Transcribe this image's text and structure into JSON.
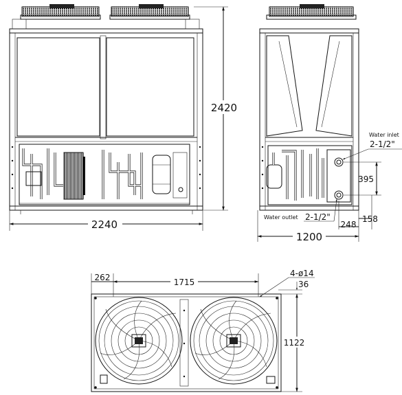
{
  "front_view": {
    "height_label": "2420",
    "width_label": "2240"
  },
  "side_view": {
    "width_label": "1200",
    "inlet_caption": "Water inlet",
    "inlet_size": "2-1/2\"",
    "outlet_caption": "Water outlet",
    "outlet_size": "2-1/2\"",
    "pipe_spacing_label": "395",
    "outlet_offset_label": "248",
    "inlet_offset_label": "158"
  },
  "top_view": {
    "left_offset_label": "262",
    "fan_spacing_label": "1715",
    "holes_label": "4-ø14",
    "hole_offset_label": "36",
    "depth_label": "1122"
  }
}
